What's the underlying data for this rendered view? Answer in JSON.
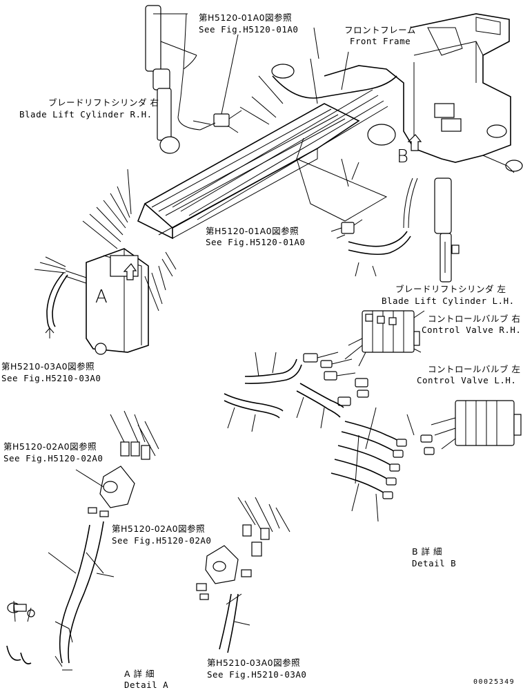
{
  "labels": {
    "ref_top_jp": "第H5120-01A0図参照",
    "ref_top_en": "See Fig.H5120-01A0",
    "front_frame_jp": "フロントフレーム",
    "front_frame_en": "Front Frame",
    "cyl_rh_jp": "ブレードリフトシリンダ 右",
    "cyl_rh_en": "Blade Lift Cylinder R.H.",
    "ref_mid_jp": "第H5120-01A0図参照",
    "ref_mid_en": "See Fig.H5120-01A0",
    "cyl_lh_jp": "ブレードリフトシリンダ 左",
    "cyl_lh_en": "Blade Lift Cylinder L.H.",
    "cv_rh_jp": "コントロールバルブ 右",
    "cv_rh_en": "Control Valve R.H.",
    "cv_lh_jp": "コントロールバルブ 左",
    "cv_lh_en": "Control Valve L.H.",
    "ref_left_jp": "第H5210-03A0図参照",
    "ref_left_en": "See Fig.H5210-03A0",
    "ref_a1_jp": "第H5120-02A0図参照",
    "ref_a1_en": "See Fig.H5120-02A0",
    "ref_a2_jp": "第H5120-02A0図参照",
    "ref_a2_en": "See Fig.H5120-02A0",
    "ref_bot_jp": "第H5210-03A0図参照",
    "ref_bot_en": "See Fig.H5210-03A0",
    "detail_b_jp": "B 詳 細",
    "detail_b_en": "Detail B",
    "detail_a_jp": "A 詳 細",
    "detail_a_en": "Detail A",
    "marker_a": "A",
    "marker_b": "B",
    "drawing_number": "00025349"
  }
}
